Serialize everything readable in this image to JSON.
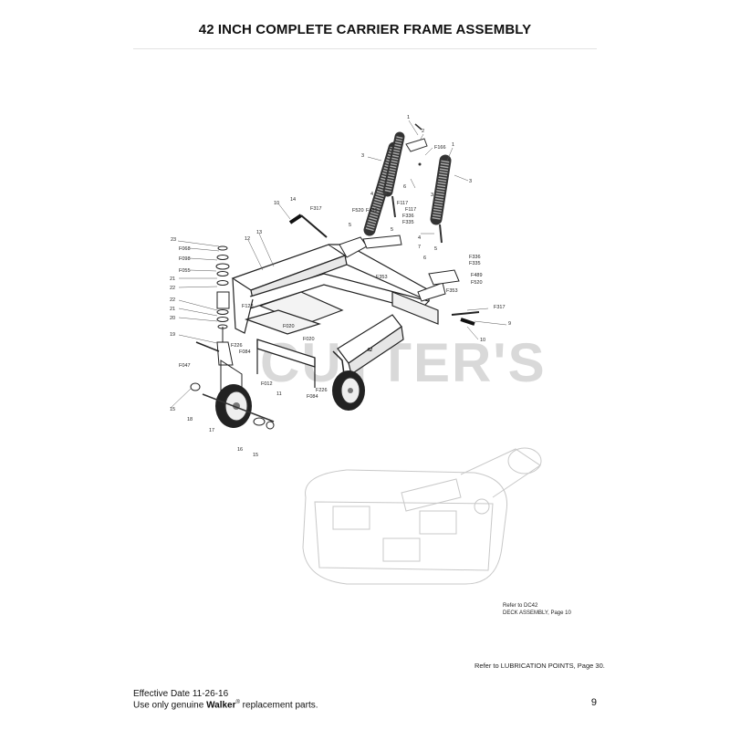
{
  "header": {
    "title": "42 INCH COMPLETE CARRIER FRAME ASSEMBLY"
  },
  "diagram": {
    "watermark": "CUTTER'S",
    "frame_label": "42",
    "callouts": [
      "1",
      "2",
      "F166",
      "1",
      "3",
      "3",
      "6",
      "4",
      "F117",
      "F117",
      "3",
      "F336",
      "F335",
      "4",
      "10",
      "14",
      "F317",
      "F520",
      "F489",
      "5",
      "5",
      "7",
      "5",
      "F336",
      "F335",
      "6",
      "F489",
      "F520",
      "F353",
      "F353",
      "F317",
      "9",
      "10",
      "23",
      "F068",
      "F098",
      "F055",
      "21",
      "22",
      "12",
      "13",
      "22",
      "21",
      "20",
      "F123",
      "F020",
      "19",
      "F226",
      "F084",
      "F047",
      "F020",
      "F012",
      "11",
      "F084",
      "F226",
      "15",
      "18",
      "17",
      "16",
      "15"
    ]
  },
  "deck_note": {
    "line1": "Refer to DC42",
    "line2": "DECK ASSEMBLY, Page 10"
  },
  "lubrication_note": "Refer to LUBRICATION POINTS, Page 30.",
  "footer": {
    "effective_date": "Effective Date 11-26-16",
    "genuine_prefix": "Use only genuine ",
    "brand": "Walker",
    "registered": "®",
    "genuine_suffix": " replacement parts.",
    "page_number": "9"
  }
}
